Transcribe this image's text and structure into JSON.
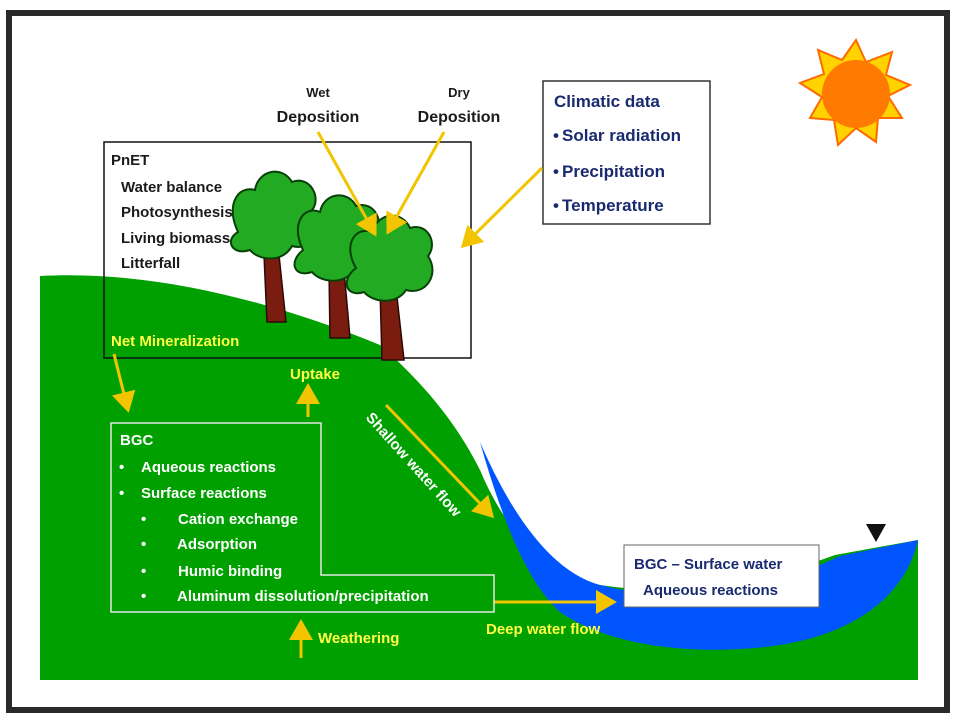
{
  "deposition": {
    "wet": [
      "Wet",
      "Deposition"
    ],
    "dry": [
      "Dry",
      "Deposition"
    ]
  },
  "climate": {
    "title": "Climatic data",
    "items": [
      "Solar radiation",
      "Precipitation",
      "Temperature"
    ]
  },
  "pnet": {
    "title": "PnET",
    "items": [
      "Water balance",
      "Photosynthesis",
      "Living biomass",
      "Litterfall"
    ],
    "footer": "Net Mineralization"
  },
  "flows": {
    "uptake": "Uptake",
    "shallow": "Shallow water flow",
    "deep": "Deep water flow",
    "weathering": "Weathering"
  },
  "bgc": {
    "title": "BGC",
    "items": [
      "Aqueous reactions",
      "Surface reactions"
    ],
    "subitems": [
      "Cation exchange",
      "Adsorption",
      "Humic binding",
      "Aluminum dissolution/precipitation"
    ]
  },
  "surface_water": {
    "title": "BGC – Surface water",
    "subtitle": "Aqueous reactions"
  },
  "colors": {
    "ground": "#00a000",
    "water": "#0055ff",
    "arrow": "#f2c500",
    "trunk": "#7a1c10",
    "canopy": "#22aa22",
    "sun": "#ff7a00"
  },
  "icons": [
    "sun-icon",
    "tree-icon",
    "water-level-marker-icon"
  ]
}
